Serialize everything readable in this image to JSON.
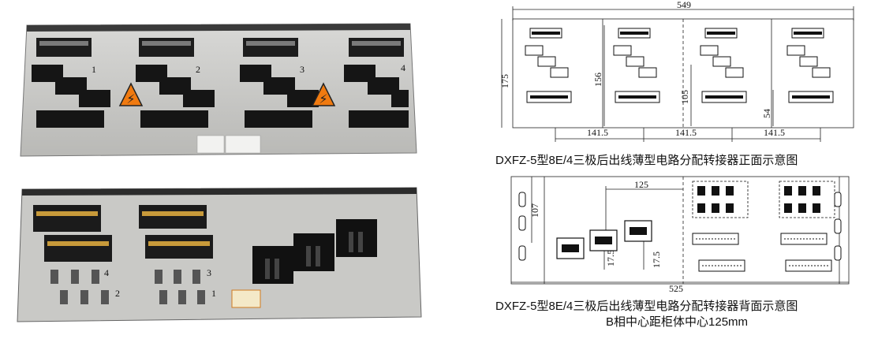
{
  "front_drawing": {
    "caption": "DXFZ-5型8E/4三极后出线薄型电路分配转接器正面示意图",
    "dim_overall_width": "549",
    "dim_height": "175",
    "dim_height_inner": "156",
    "dim_height_mid": "105",
    "dim_height_low": "54",
    "dim_spacing_1": "141.5",
    "dim_spacing_2": "141.5",
    "dim_spacing_3": "141.5"
  },
  "back_drawing": {
    "caption_line1": "DXFZ-5型8E/4三极后出线薄型电路分配转接器背面示意图",
    "caption_line2": "B相中心距柜体中心125mm",
    "dim_b_phase": "125",
    "dim_height": "107",
    "dim_gap_1": "17.5",
    "dim_gap_2": "17.5",
    "dim_overall_width": "525"
  },
  "front_photo": {
    "slot_labels": [
      "1",
      "2",
      "3",
      "4"
    ]
  },
  "back_photo": {
    "terminal_labels": [
      "4",
      "3",
      "2",
      "1"
    ]
  }
}
